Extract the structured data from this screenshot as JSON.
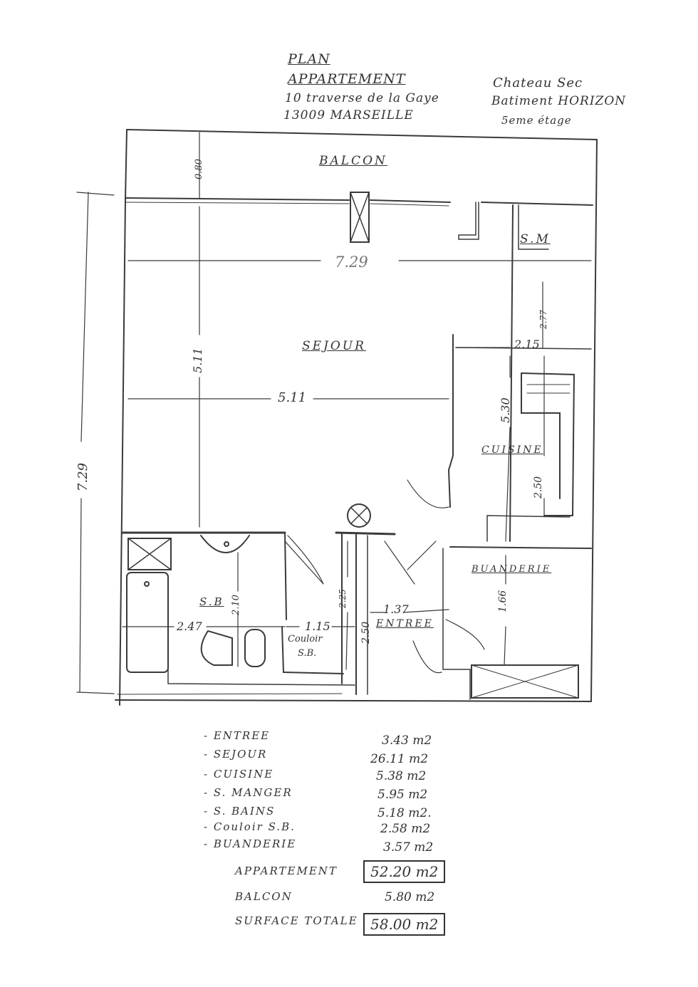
{
  "header": {
    "title": "PLAN",
    "subtitle": "APPARTEMENT",
    "address_line1": "10 traverse de la Gaye",
    "address_line2": "13009 MARSEILLE",
    "building_line1": "Chateau Sec",
    "building_line2": "Batiment HORIZON",
    "building_line3": "5eme étage"
  },
  "rooms": {
    "balcon": "BALCON",
    "sejour": "SEJOUR",
    "sm": "S.M",
    "cuisine": "CUISINE",
    "buanderie": "BUANDERIE",
    "sb": "S.B",
    "couloir_1": "Couloir",
    "couloir_2": "S.B.",
    "entree": "ENTREE"
  },
  "dimensions": {
    "balcon_depth": "0.80",
    "width_top": "7.29",
    "sejour_height": "5.11",
    "sejour_width": "5.11",
    "height_left": "7.29",
    "kitchen_width": "2.15",
    "sm_height": "2.77",
    "right_height": "5.30",
    "kitchen_height": "2.50",
    "sb_width": "2.47",
    "sb_height": "2.10",
    "couloir_width": "1.15",
    "couloir_height": "2.25",
    "entree_height": "2.50",
    "entree_width": "1.37",
    "buanderie_height": "1.66"
  },
  "surfaces": [
    {
      "label": "- ENTREE",
      "value": "3.43 m2"
    },
    {
      "label": "- SEJOUR",
      "value": "26.11 m2"
    },
    {
      "label": "- CUISINE",
      "value": "5.38 m2"
    },
    {
      "label": "- S. MANGER",
      "value": "5.95 m2"
    },
    {
      "label": "- S. BAINS",
      "value": "5.18 m2."
    },
    {
      "label": "- Couloir S.B.",
      "value": "2.58 m2"
    },
    {
      "label": "- BUANDERIE",
      "value": "3.57 m2"
    }
  ],
  "totals": {
    "appartement_label": "APPARTEMENT",
    "appartement_value": "52.20 m2",
    "balcon_label": "BALCON",
    "balcon_value": "5.80 m2",
    "surface_totale_label": "SURFACE TOTALE",
    "surface_totale_value": "58.00 m2"
  }
}
